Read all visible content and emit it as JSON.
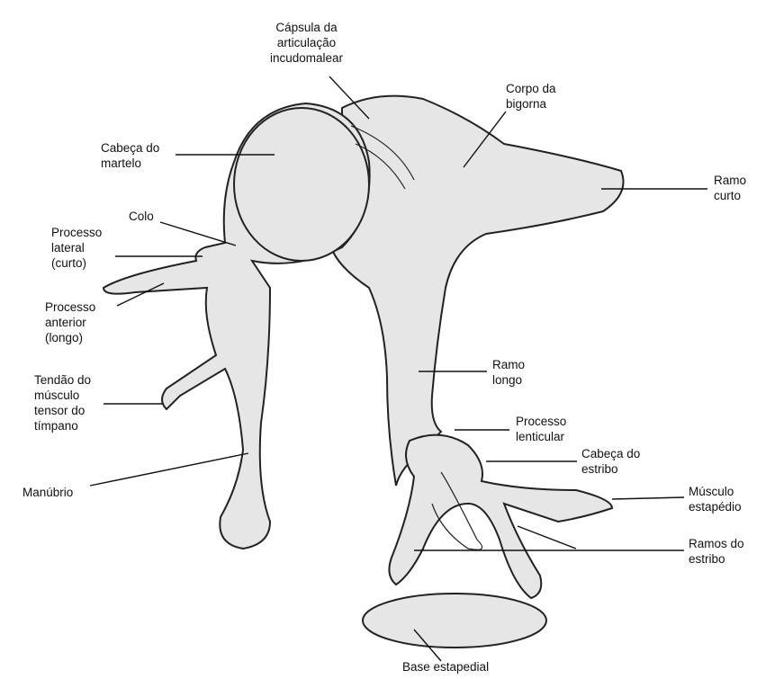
{
  "labels": {
    "capsula": [
      "Cápsula da",
      "articulação",
      "incudomalear"
    ],
    "corpo_bigorna": [
      "Corpo da",
      "bigorna"
    ],
    "cabeca_martelo": [
      "Cabeça do",
      "martelo"
    ],
    "ramo_curto": [
      "Ramo",
      "curto"
    ],
    "colo": "Colo",
    "processo_lateral": [
      "Processo",
      "lateral",
      "(curto)"
    ],
    "processo_anterior": [
      "Processo",
      "anterior",
      "(longo)"
    ],
    "tendao": [
      "Tendão do",
      "músculo",
      "tensor do",
      "tímpano"
    ],
    "manubrio": "Manúbrio",
    "ramo_longo": [
      "Ramo",
      "longo"
    ],
    "processo_lenticular": [
      "Processo",
      "lenticular"
    ],
    "cabeca_estribo": [
      "Cabeça do",
      "estribo"
    ],
    "musculo_estapedio": [
      "Músculo",
      "estapédio"
    ],
    "ramos_estribo": [
      "Ramos do",
      "estribo"
    ],
    "base_estapedial": "Base estapedial"
  }
}
